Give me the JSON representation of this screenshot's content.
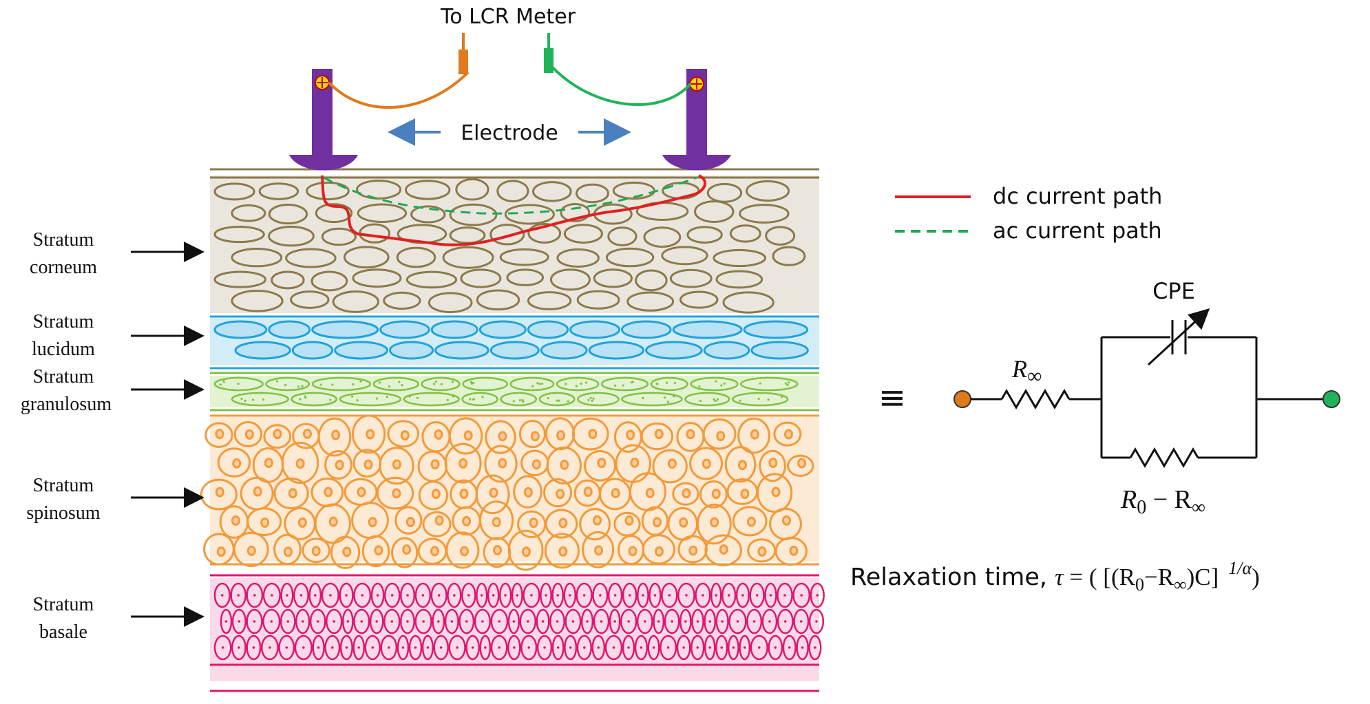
{
  "top_label": "To LCR Meter",
  "electrode_label": "Electrode",
  "layers": [
    {
      "line1": "Stratum",
      "line2": "corneum"
    },
    {
      "line1": "Stratum",
      "line2": "lucidum"
    },
    {
      "line1": "Stratum",
      "line2": "granulosum"
    },
    {
      "line1": "Stratum",
      "line2": "spinosum"
    },
    {
      "line1": "Stratum",
      "line2": "basale"
    }
  ],
  "legend": {
    "dc": "dc current path",
    "ac": "ac current path"
  },
  "circuit": {
    "equiv_symbol": "≡",
    "cpe_label": "CPE",
    "r_inf_label": "R∞",
    "r_inf_main": "R",
    "r_inf_sub": "∞",
    "r_diff_main": "R",
    "r_diff_sub": "0",
    "r_diff_rest": " − R",
    "r_diff_sub2": "∞"
  },
  "formula": {
    "prefix": "Relaxation time, ",
    "tau": "τ",
    "body": " = ( [(R",
    "sub0": "0",
    "minus": "−R",
    "subinf": "∞",
    "tail": ")C]",
    "exponent": "1/α",
    "close": ")"
  },
  "colors": {
    "corneum": "#8b7a4a",
    "corneum_fill": "#d8d2c2",
    "lucidum": "#1fa3d9",
    "lucidum_fill": "#bfe5f5",
    "granulosum": "#7ec242",
    "granulosum_fill": "#dcefc6",
    "spinosum": "#f39a3a",
    "spinosum_fill": "#fbdcb8",
    "basale": "#e2156b",
    "basale_fill": "#f6c1da",
    "electrode": "#7030a0",
    "wire_left": "#e07a1a",
    "wire_right": "#21b35a",
    "dc_path": "#e02020",
    "ac_path": "#1faa55",
    "arrow_blue": "#4a7fc0",
    "node_left": "#e07a1a",
    "node_right": "#21b35a"
  }
}
